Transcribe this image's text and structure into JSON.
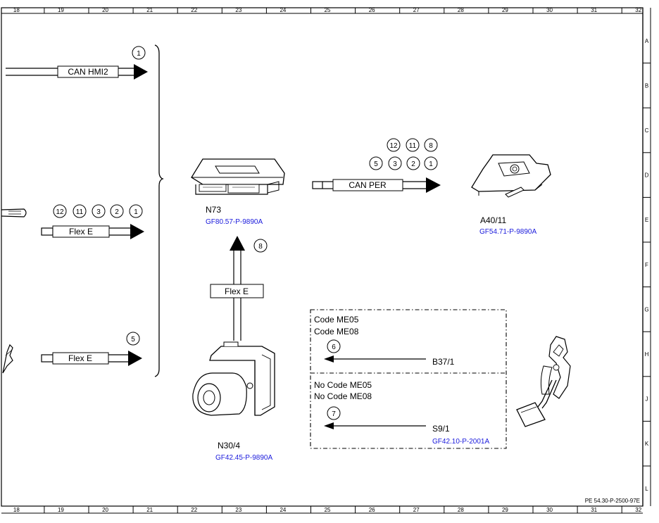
{
  "grid": {
    "columns": [
      "18",
      "19",
      "20",
      "21",
      "22",
      "23",
      "24",
      "25",
      "26",
      "27",
      "28",
      "29",
      "30",
      "31",
      "32"
    ],
    "rows": [
      "A",
      "B",
      "C",
      "D",
      "E",
      "F",
      "G",
      "H",
      "J",
      "K",
      "L"
    ]
  },
  "document_id": "PE 54.30-P-2500-97E",
  "signals": {
    "can_hmi2": {
      "label": "CAN HMI2",
      "markers": [
        "1"
      ]
    },
    "flex_e_middle": {
      "label": "Flex E",
      "markers": [
        "12",
        "11",
        "3",
        "2",
        "1"
      ]
    },
    "flex_e_bottom": {
      "label": "Flex E",
      "markers": [
        "5"
      ]
    },
    "flex_e_vertical": {
      "label": "Flex E",
      "markers": [
        "8"
      ]
    },
    "can_per": {
      "label": "CAN PER",
      "markers_top": [
        "12",
        "11",
        "8"
      ],
      "markers_bottom": [
        "5",
        "3",
        "2",
        "1"
      ]
    }
  },
  "components": {
    "n73": {
      "id": "N73",
      "ref": "GF80.57-P-9890A"
    },
    "a40_11": {
      "id": "A40/11",
      "ref": "GF54.71-P-9890A"
    },
    "n30_4": {
      "id": "N30/4",
      "ref": "GF42.45-P-9890A"
    },
    "b37_1": {
      "id": "B37/1"
    },
    "s9_1": {
      "id": "S9/1",
      "ref": "GF42.10-P-2001A"
    }
  },
  "code_boxes": {
    "upper": {
      "lines": [
        "Code ME05",
        "Code ME08"
      ],
      "marker": "6"
    },
    "lower": {
      "lines": [
        "No Code ME05",
        "No Code ME08"
      ],
      "marker": "7"
    }
  }
}
